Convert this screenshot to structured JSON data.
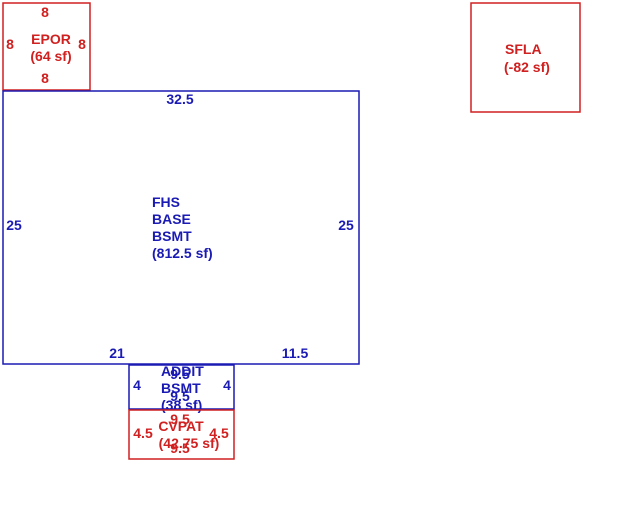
{
  "colors": {
    "main": "#1a1ab4",
    "accent": "#d02020"
  },
  "epor": {
    "top": "8",
    "left": "8",
    "right": "8",
    "bottom": "8",
    "name": "EPOR",
    "area": "(64 sf)"
  },
  "sfla": {
    "name": "SFLA",
    "area": "(-82 sf)"
  },
  "main": {
    "top": "32.5",
    "left": "25",
    "right": "25",
    "bottom_left": "21",
    "bottom_right": "11.5",
    "line1": "FHS",
    "line2": "BASE",
    "line3": "BSMT",
    "area": "(812.5 sf)"
  },
  "addit": {
    "top": "9.5",
    "left": "4",
    "right": "4",
    "bottom": "9.5",
    "line1": "ADDIT",
    "line2": "BSMT",
    "area": "(38 sf)"
  },
  "cvpat": {
    "top": "9.5",
    "left": "4.5",
    "right": "4.5",
    "bottom": "9.5",
    "name": "CVPAT",
    "area": "(42.75 sf)"
  }
}
